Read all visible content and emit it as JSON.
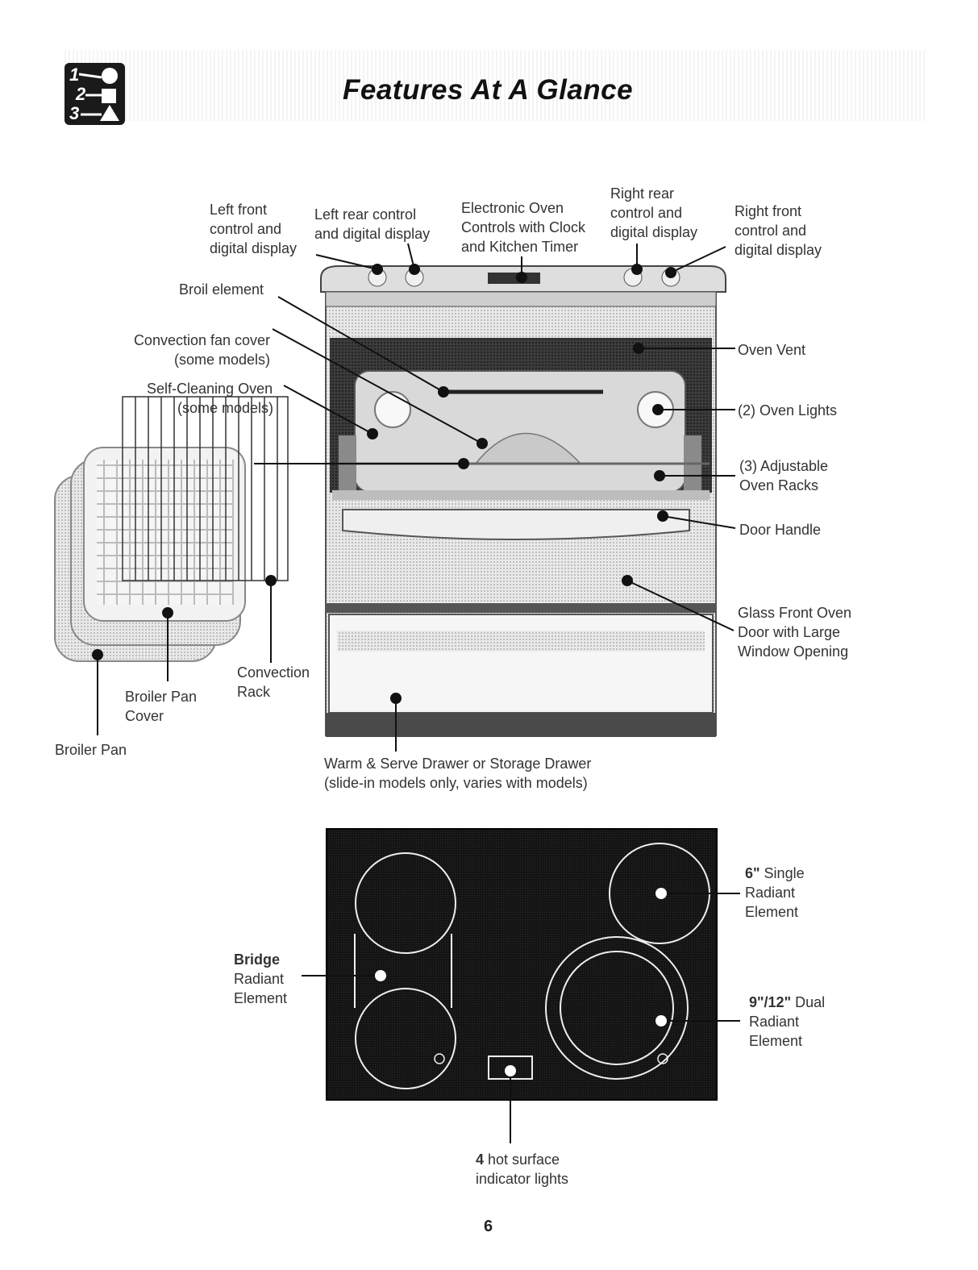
{
  "header": {
    "title": "Features At A Glance"
  },
  "labels": {
    "left_front": [
      "Left front",
      "control and",
      "digital display"
    ],
    "left_rear": [
      "Left rear control",
      "and digital display"
    ],
    "electronic": [
      "Electronic Oven",
      "Controls with Clock",
      "and Kitchen Timer"
    ],
    "right_rear": [
      "Right rear",
      "control and",
      "digital display"
    ],
    "right_front": [
      "Right front",
      "control and",
      "digital display"
    ],
    "broil_element": "Broil element",
    "convection_fan": [
      "Convection fan cover",
      "(some models)"
    ],
    "self_cleaning": [
      "Self-Cleaning Oven",
      "(some models)"
    ],
    "oven_vent": "Oven Vent",
    "oven_lights": "(2) Oven Lights",
    "racks": [
      "(3) Adjustable",
      "Oven Racks"
    ],
    "door_handle": "Door Handle",
    "glass_door": [
      "Glass Front Oven",
      "Door with Large",
      "Window Opening"
    ],
    "convection_rack": [
      "Convection",
      "Rack"
    ],
    "broiler_pan_cover": [
      "Broiler Pan",
      "Cover"
    ],
    "broiler_pan": "Broiler Pan",
    "drawer": [
      "Warm & Serve Drawer or Storage Drawer",
      "(slide-in models only, varies with models)"
    ],
    "single_bold": "6\"",
    "single_rest": [
      " Single",
      "Radiant",
      "Element"
    ],
    "bridge_bold": "Bridge",
    "bridge_rest": [
      "Radiant",
      "Element"
    ],
    "dual_bold": "9\"/12\"",
    "dual_rest": [
      " Dual",
      "Radiant",
      "Element"
    ],
    "hot_bold": "4",
    "hot_rest": [
      " hot surface",
      "indicator lights"
    ]
  },
  "page": {
    "number": "6"
  }
}
